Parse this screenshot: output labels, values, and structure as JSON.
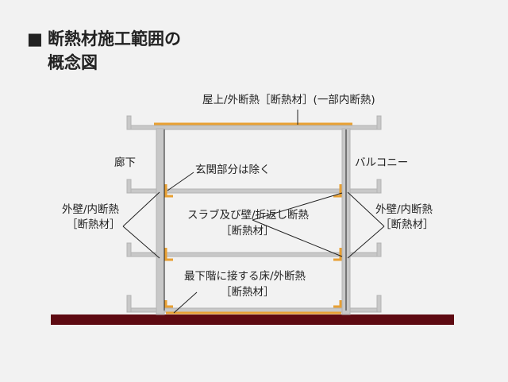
{
  "title": {
    "marker": "■",
    "line1": "断熱材施工範囲の",
    "line2": "概念図"
  },
  "labels": {
    "roof": "屋上/外断熱［断熱材］(一部内断熱)",
    "corridor": "廊下",
    "balcony": "バルコニー",
    "entrance": "玄関部分は除く",
    "wall_left_1": "外壁/内断熱",
    "wall_left_2": "［断熱材］",
    "wall_right_1": "外壁/内断熱",
    "wall_right_2": "［断熱材］",
    "slab_1": "スラブ及び壁/折返し断熱",
    "slab_2": "［断熱材］",
    "floor_1": "最下階に接する床/外断熱",
    "floor_2": "［断熱材］"
  },
  "colors": {
    "background": "#f2f2f2",
    "insulation": "#e8a033",
    "structure": "#c8c8c8",
    "structure_edge": "#b4b4b4",
    "ground": "#5e0a12",
    "text": "#222222",
    "leader": "#222222"
  }
}
